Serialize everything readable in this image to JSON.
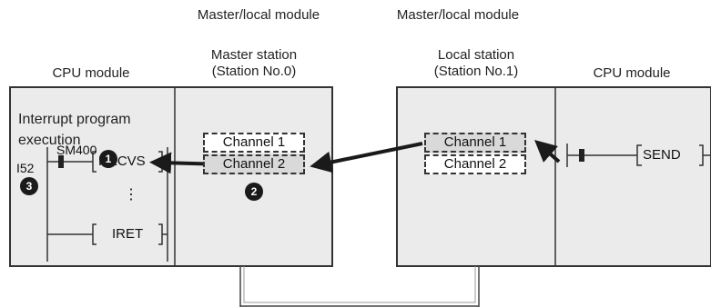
{
  "headers": {
    "left_module": "Master/local module",
    "right_module": "Master/local module"
  },
  "left": {
    "cpu_title": "CPU module",
    "station_title_1": "Master station",
    "station_title_2": "(Station No.0)",
    "interrupt_text_1": "Interrupt program",
    "interrupt_text_2": "execution",
    "sm_label": "SM400",
    "interrupt_pointer": "I52",
    "recvs_label": "RECVS",
    "ellipsis": "⋮",
    "iret_label": "IRET",
    "channel_1": "Channel 1",
    "channel_2": "Channel 2"
  },
  "right": {
    "station_title_1": "Local station",
    "station_title_2": "(Station No.1)",
    "cpu_title": "CPU module",
    "channel_1": "Channel 1",
    "channel_2": "Channel 2",
    "send_label": "SEND"
  },
  "steps": {
    "step_1": "1",
    "step_2": "2",
    "step_3": "3"
  },
  "colors": {
    "panel_fill": "#ebebeb",
    "highlight_fill": "#d9d9d9",
    "line": "#333333",
    "badge": "#1a1a1a"
  }
}
